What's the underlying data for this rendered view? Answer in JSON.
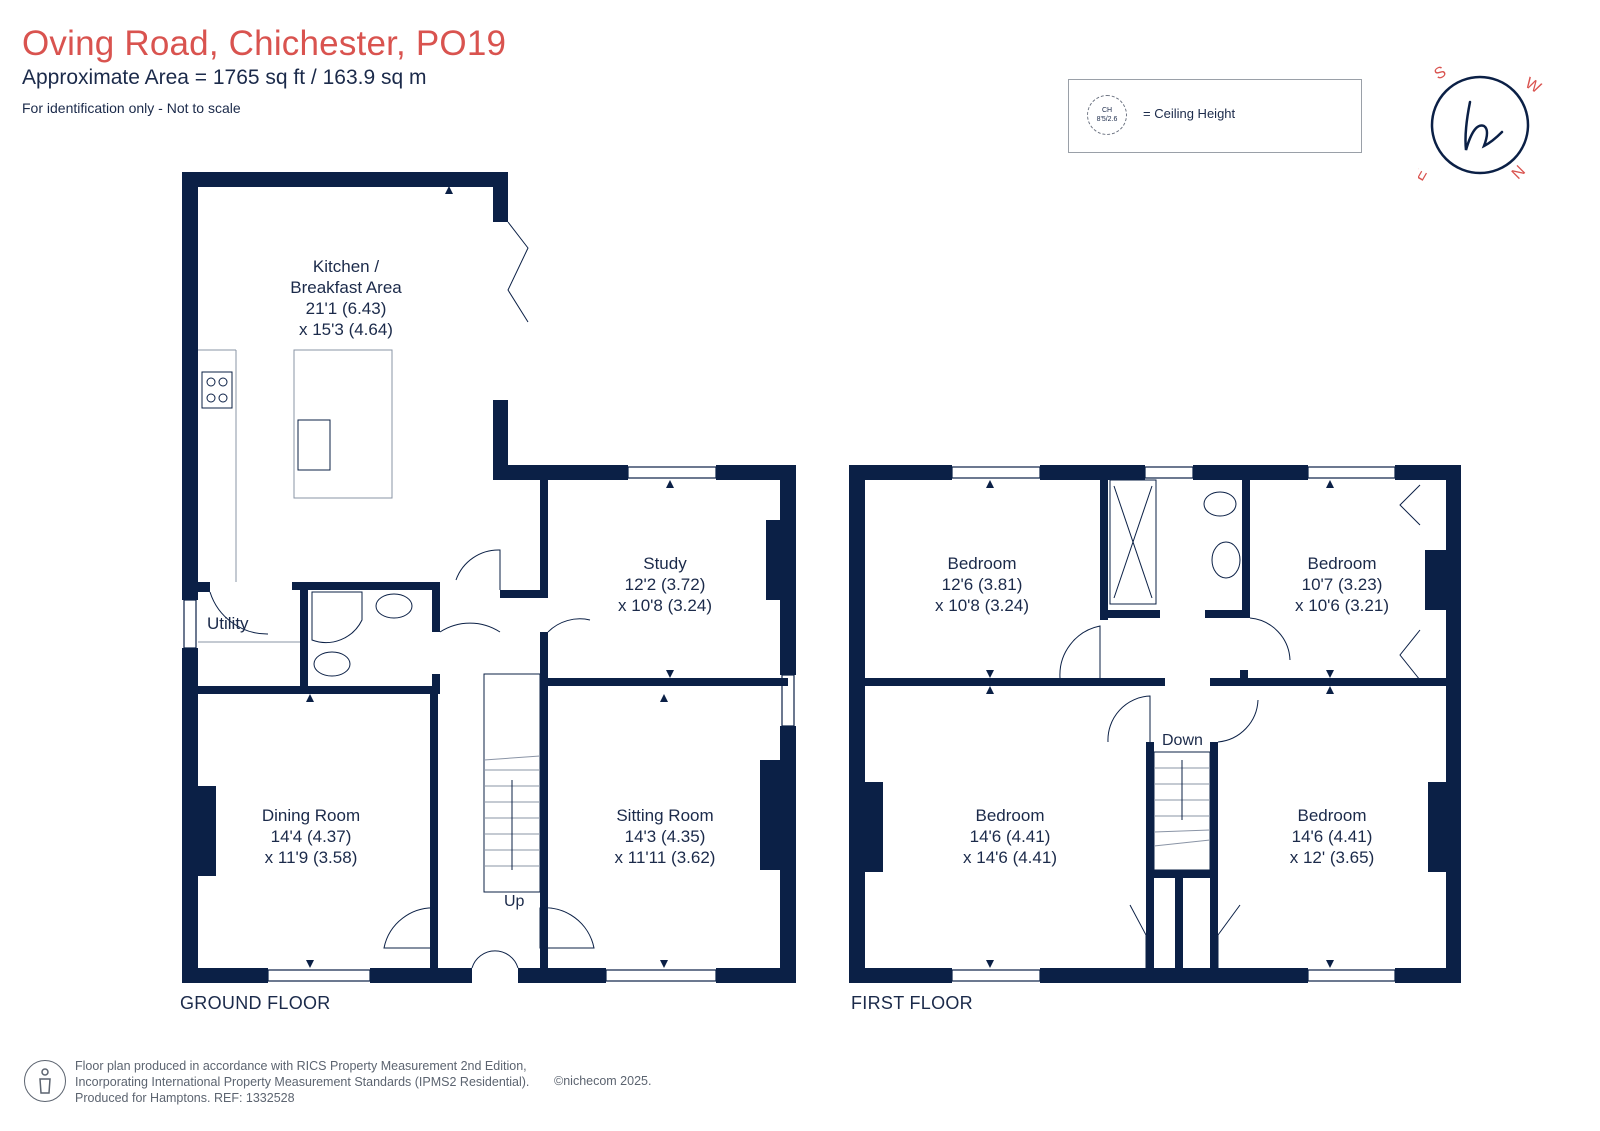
{
  "header": {
    "title": "Oving Road, Chichester, PO19",
    "area": "Approximate Area = 1765 sq ft / 163.9 sq m",
    "note": "For identification only - Not to scale"
  },
  "legend": {
    "badge_line1": "CH",
    "badge_line2": "8'5/2.6",
    "text": "= Ceiling Height"
  },
  "compass": {
    "north": "N",
    "south": "S",
    "east": "E",
    "west": "W"
  },
  "ground_floor": {
    "label": "GROUND FLOOR",
    "kitchen": {
      "l1": "Kitchen /",
      "l2": "Breakfast Area",
      "l3": "21'1 (6.43)",
      "l4": "x 15'3 (4.64)"
    },
    "study": {
      "l1": "Study",
      "l2": "12'2 (3.72)",
      "l3": "x 10'8 (3.24)"
    },
    "dining": {
      "l1": "Dining Room",
      "l2": "14'4 (4.37)",
      "l3": "x 11'9 (3.58)"
    },
    "sitting": {
      "l1": "Sitting Room",
      "l2": "14'3 (4.35)",
      "l3": "x 11'11 (3.62)"
    },
    "utility": "Utility",
    "up": "Up"
  },
  "first_floor": {
    "label": "FIRST FLOOR",
    "bedroom1": {
      "l1": "Bedroom",
      "l2": "12'6 (3.81)",
      "l3": "x 10'8 (3.24)"
    },
    "bedroom2": {
      "l1": "Bedroom",
      "l2": "10'7 (3.23)",
      "l3": "x 10'6 (3.21)"
    },
    "bedroom3": {
      "l1": "Bedroom",
      "l2": "14'6 (4.41)",
      "l3": "x 14'6 (4.41)"
    },
    "bedroom4": {
      "l1": "Bedroom",
      "l2": "14'6 (4.41)",
      "l3": "x 12' (3.65)"
    },
    "down": "Down"
  },
  "footer": {
    "line1": "Floor plan produced in accordance with RICS Property Measurement 2nd Edition,",
    "line2": "Incorporating International Property Measurement Standards (IPMS2 Residential).",
    "line3": "Produced for Hamptons.  REF: 1332528",
    "copyright": "©nichecom 2025."
  },
  "colors": {
    "wall": "#0b2046",
    "accent": "#d9534f",
    "text": "#1b2a4a"
  }
}
